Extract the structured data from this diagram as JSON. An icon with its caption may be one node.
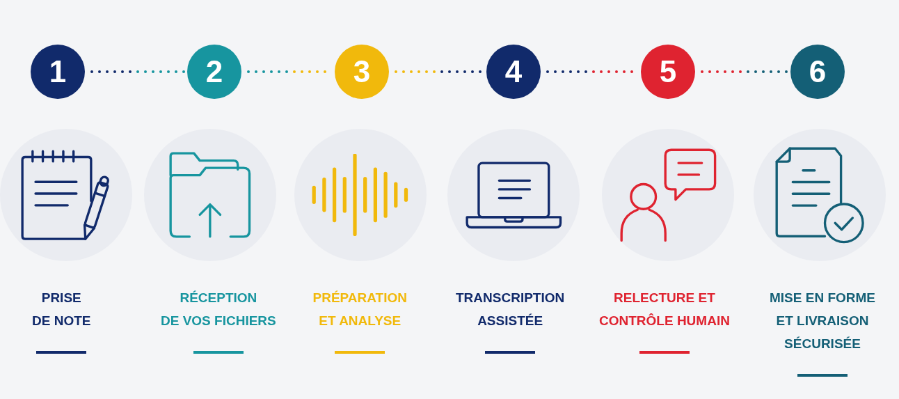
{
  "diagram": {
    "nodes": [
      {
        "text": [
          "1"
        ]
      },
      {
        "text": [
          "2"
        ]
      },
      {
        "text": [
          "3"
        ]
      },
      {
        "text": [
          "4"
        ]
      },
      {
        "text": [
          "5"
        ]
      },
      {
        "text": [
          "6"
        ]
      },
      {
        "text": [],
        "shape": "picture",
        "beside": [
          "PRISE DE NOTE"
        ]
      },
      {
        "text": [],
        "shape": "picture",
        "beside": [
          "RÉCEPTION DE VOS FICHIERS"
        ]
      },
      {
        "text": [],
        "shape": "picture",
        "beside": [
          "PRÉPARATION ET ANALYSE"
        ]
      },
      {
        "text": [],
        "shape": "picture",
        "beside": [
          "TRANSCRIPTION ASSISTÉE"
        ]
      },
      {
        "text": [],
        "shape": "picture",
        "beside": [
          "RELECTURE ET CONTRÔLE HUMAIN"
        ]
      },
      {
        "text": [],
        "shape": "picture",
        "beside": [
          "MISE EN FORME ET LIVRAISON SÉCURISÉE"
        ]
      }
    ],
    "edges": [
      {
        "from": 0,
        "to": 1,
        "arrow": "none",
        "style": "dashed"
      },
      {
        "from": 1,
        "to": 2,
        "arrow": "none",
        "style": "dashed"
      },
      {
        "from": 2,
        "to": 3,
        "arrow": "none",
        "style": "dashed"
      },
      {
        "from": 3,
        "to": 4,
        "arrow": "none",
        "style": "dashed"
      },
      {
        "from": 4,
        "to": 5,
        "arrow": "none",
        "style": "dashed"
      }
    ]
  }
}
